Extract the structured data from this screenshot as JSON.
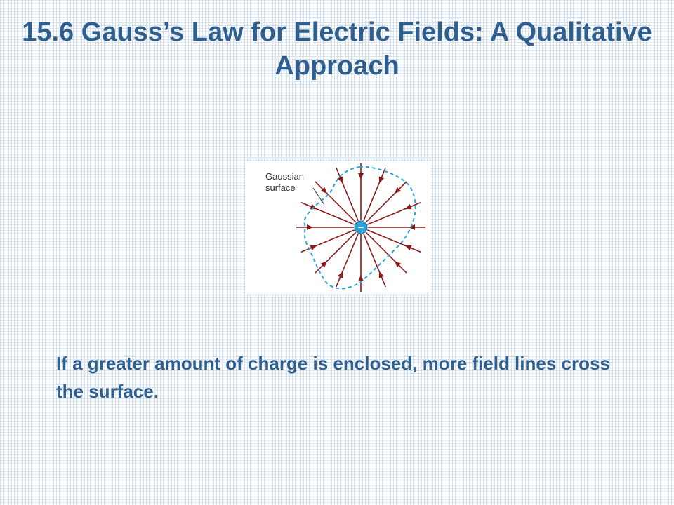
{
  "slide": {
    "title": "15.6 Gauss’s Law for Electric Fields: A Qualitative Approach",
    "body_text": "If a greater amount of charge is enclosed, more field lines cross the surface."
  },
  "figure": {
    "label": "Gaussian surface",
    "charge_symbol": "−",
    "field_line_count": 16,
    "colors": {
      "field_lines": "#8b1a1a",
      "gaussian_surface": "#2aa3d6",
      "charge": "#2aa3d6",
      "text": "#2f5f8f"
    }
  }
}
